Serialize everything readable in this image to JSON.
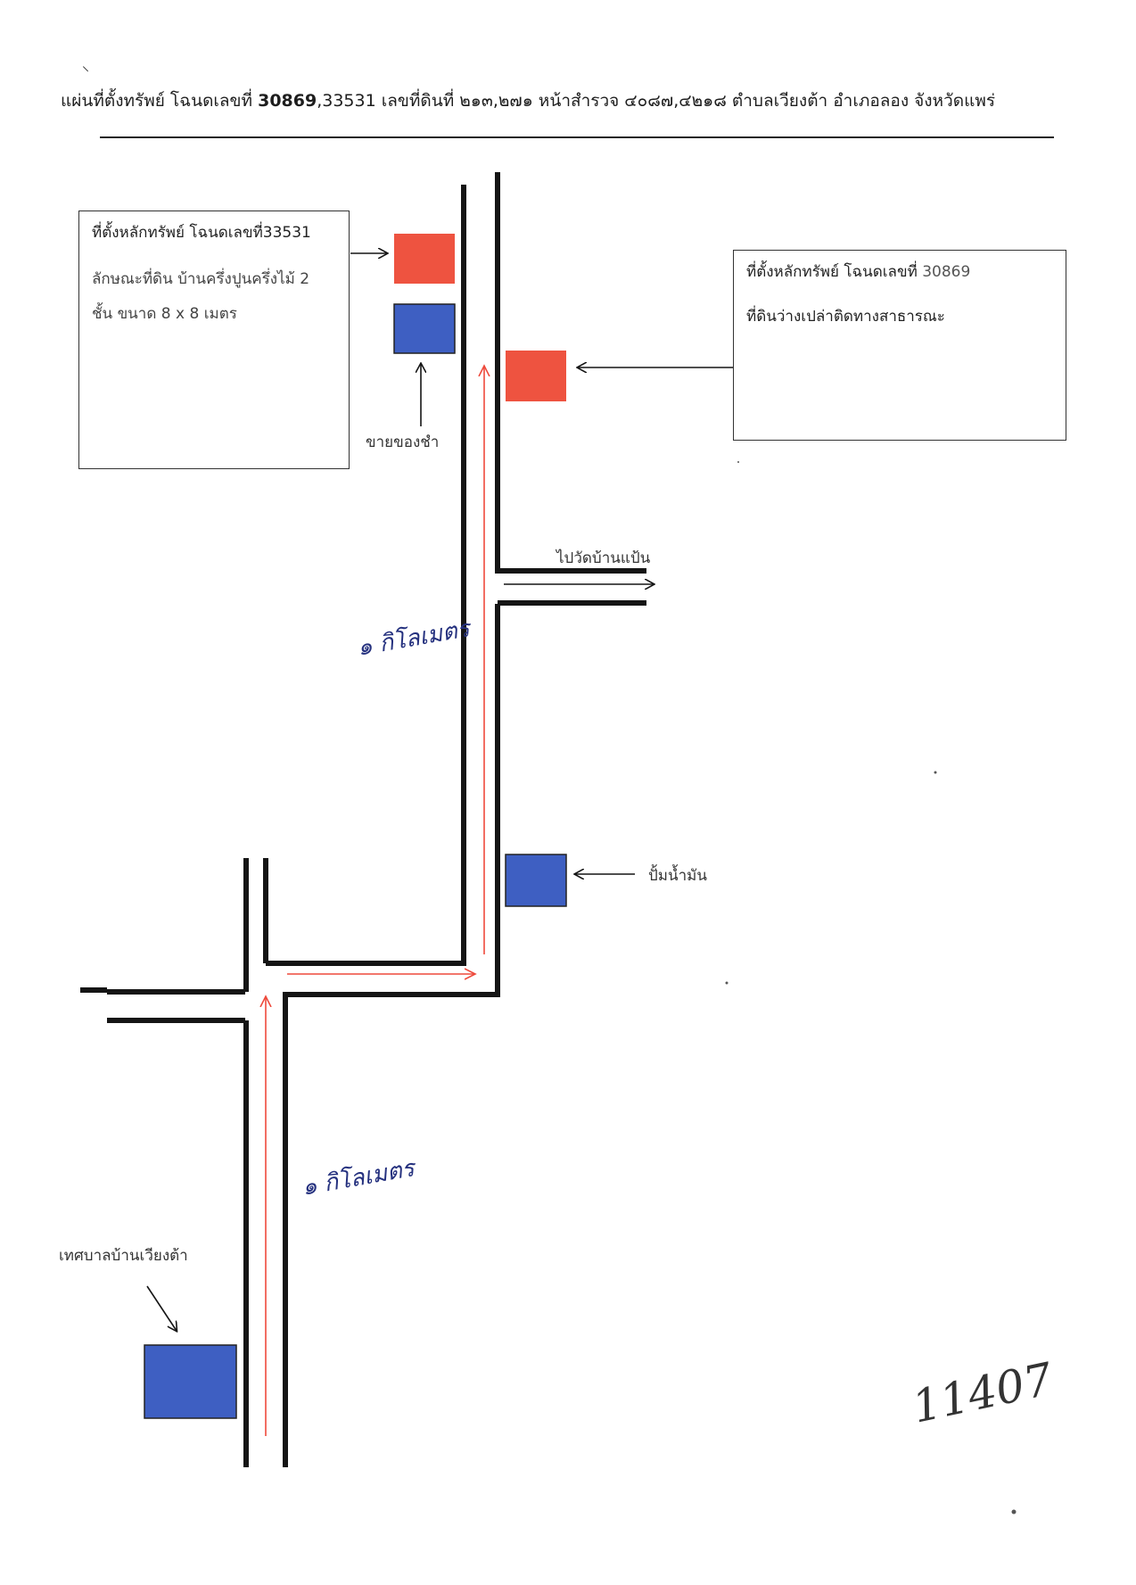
{
  "header": {
    "prefix": "แผ่นที่ตั้งทรัพย์ โฉนดเลขที่ ",
    "deed_bold": "30869",
    "rest": ",33531  เลขที่ดินที่ ๒๑๓,๒๗๑  หน้าสำรวจ ๔๐๘๗,๔๒๑๘ ตำบลเวียงต้า อำเภอลอง  จังหวัดแพร่"
  },
  "box_left": {
    "line1": "ที่ตั้งหลักทรัพย์  โฉนดเลขที่33531",
    "line2": "ลักษณะที่ดิน  บ้านครึ่งปูนครึ่งไม้ 2",
    "line3": "ชั้น ขนาด  8 x 8 เมตร"
  },
  "box_right": {
    "line1": "ที่ตั้งหลักทรัพย์  โฉนดเลขที่ ",
    "line1_struck": "30869",
    "line2": "ที่ดินว่างเปล่าติดทางสาธารณะ"
  },
  "labels": {
    "shop": "ขายของชำ",
    "temple": "ไปวัดบ้านแป้น",
    "gas_station": "ปั้มน้ำมัน",
    "municipality": "เทศบาลบ้านเวียงต้า"
  },
  "handwritten": {
    "distance_upper": "๑ กิโลเมตร",
    "distance_lower": "๑ กิโลเมตร",
    "doc_number": "11407"
  },
  "colors": {
    "red_marker": "#ee5340",
    "blue_marker": "#3e5fc2",
    "route": "#ee4a3c",
    "road": "#151515",
    "ink": "#24307e"
  }
}
